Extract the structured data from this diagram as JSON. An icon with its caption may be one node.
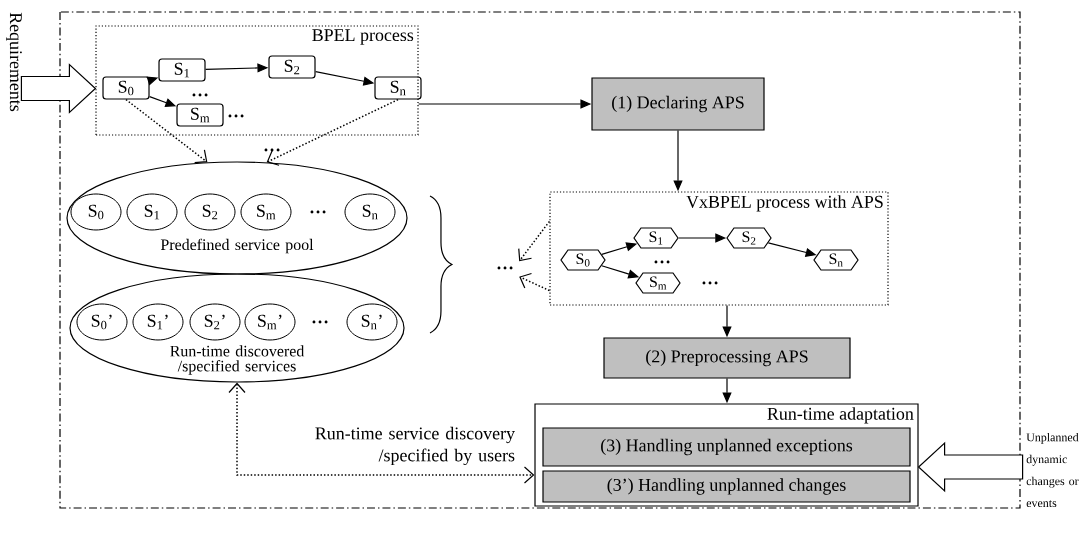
{
  "diagram": {
    "nodes": [
      {
        "text": [
          "BPEL process"
        ]
      },
      {
        "text": [
          "S$_{0}$"
        ],
        "in": 0
      },
      {
        "text": [
          "S$_{1}$"
        ],
        "in": 0
      },
      {
        "text": [
          "S$_{2}$"
        ],
        "in": 0
      },
      {
        "text": [
          "S$_{m}$"
        ],
        "in": 0
      },
      {
        "text": [
          "S$_{n}$"
        ],
        "in": 0
      },
      {
        "text": [
          "(1) Declaring APS"
        ]
      },
      {
        "text": [
          "Predefined service pool"
        ]
      },
      {
        "text": [
          "S$_{0}$"
        ],
        "in": 7
      },
      {
        "text": [
          "S$_{1}$"
        ],
        "in": 7
      },
      {
        "text": [
          "S$_{2}$"
        ],
        "in": 7
      },
      {
        "text": [
          "S$_{m}$"
        ],
        "in": 7
      },
      {
        "text": [
          "S$_{n}$"
        ],
        "in": 7
      },
      {
        "text": [
          "Run-time discovered /specified services"
        ]
      },
      {
        "text": [
          "S$_{0}$’"
        ],
        "in": 13
      },
      {
        "text": [
          "S$_{1}$’"
        ],
        "in": 13
      },
      {
        "text": [
          "S$_{2}$’"
        ],
        "in": 13
      },
      {
        "text": [
          "S$_{m}$’"
        ],
        "in": 13
      },
      {
        "text": [
          "S$_{n}$’"
        ],
        "in": 13
      },
      {
        "text": [
          "VxBPEL process with APS"
        ]
      },
      {
        "text": [
          "S$_{0}$"
        ],
        "in": 19
      },
      {
        "text": [
          "S$_{1}$"
        ],
        "in": 19
      },
      {
        "text": [
          "S$_{2}$"
        ],
        "in": 19
      },
      {
        "text": [
          "S$_{m}$"
        ],
        "in": 19
      },
      {
        "text": [
          "S$_{n}$"
        ],
        "in": 19
      },
      {
        "text": [
          "(2) Preprocessing APS"
        ]
      },
      {
        "text": [
          "Run-time adaptation"
        ]
      },
      {
        "text": [
          "(3) Handling unplanned exceptions"
        ],
        "in": 26
      },
      {
        "text": [
          "(3’) Handling unplanned changes"
        ],
        "in": 26
      },
      {
        "text": [
          "Requirements"
        ]
      },
      {
        "text": [
          "Unplanned dynamic changes or events"
        ]
      },
      {
        "text": [
          "…"
        ]
      }
    ],
    "edges": [
      {
        "from": 29,
        "to": 0,
        "arrow": "to",
        "style": "thick"
      },
      {
        "from": 1,
        "to": 2,
        "arrow": "to"
      },
      {
        "from": 1,
        "to": 4,
        "arrow": "to"
      },
      {
        "from": 2,
        "to": 3,
        "arrow": "to"
      },
      {
        "from": 3,
        "to": 5,
        "arrow": "to"
      },
      {
        "from": 0,
        "to": 6,
        "arrow": "to"
      },
      {
        "from": 1,
        "to": 7,
        "arrow": "to",
        "style": "dashed"
      },
      {
        "from": 5,
        "to": 7,
        "arrow": "to",
        "style": "dashed"
      },
      {
        "from": 6,
        "to": 19,
        "arrow": "to"
      },
      {
        "from": 19,
        "to": 31,
        "arrow": "to",
        "style": "dashed"
      },
      {
        "from": 19,
        "to": 31,
        "arrow": "to",
        "style": "dashed"
      },
      {
        "from": 20,
        "to": 21,
        "arrow": "to"
      },
      {
        "from": 20,
        "to": 23,
        "arrow": "to"
      },
      {
        "from": 21,
        "to": 22,
        "arrow": "to"
      },
      {
        "from": 22,
        "to": 24,
        "arrow": "to"
      },
      {
        "from": 19,
        "to": 25,
        "arrow": "to"
      },
      {
        "from": 25,
        "to": 26,
        "arrow": "to"
      },
      {
        "from": 13,
        "to": 26,
        "arrow": "both",
        "style": "dashed",
        "label": "Run-time service discovery /specified by users"
      },
      {
        "from": 30,
        "to": 26,
        "arrow": "to",
        "style": "thick"
      }
    ],
    "labels": [
      "…",
      "…",
      "…",
      "…",
      "…",
      "…",
      "…"
    ]
  }
}
